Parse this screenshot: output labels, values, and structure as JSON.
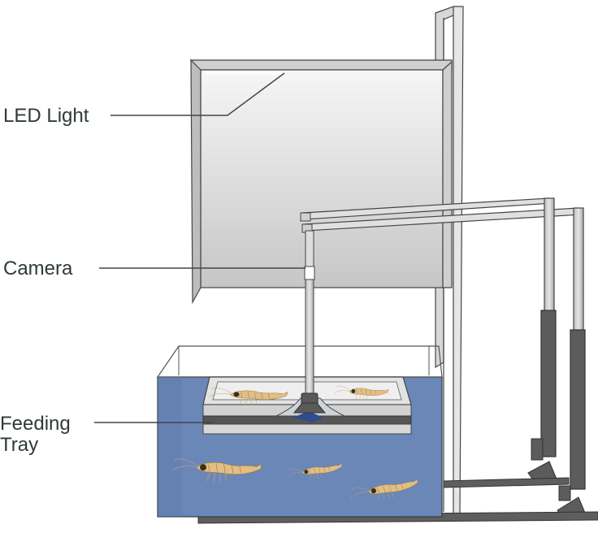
{
  "labels": {
    "led_light": "LED Light",
    "camera": "Camera",
    "feeding_tray_line1": "Feeding",
    "feeding_tray_line2": "Tray"
  },
  "colors": {
    "water": "#6a87b8",
    "panel_light": "#f6f6f6",
    "panel_dark": "#c8c8c8",
    "frame": "#d4d4d4",
    "frame_stroke": "#444444",
    "dark_metal": "#585858",
    "shrimp": "#e1be85",
    "label_text": "#2f3a3a"
  },
  "icons": {
    "shrimp": "shrimp-icon"
  }
}
